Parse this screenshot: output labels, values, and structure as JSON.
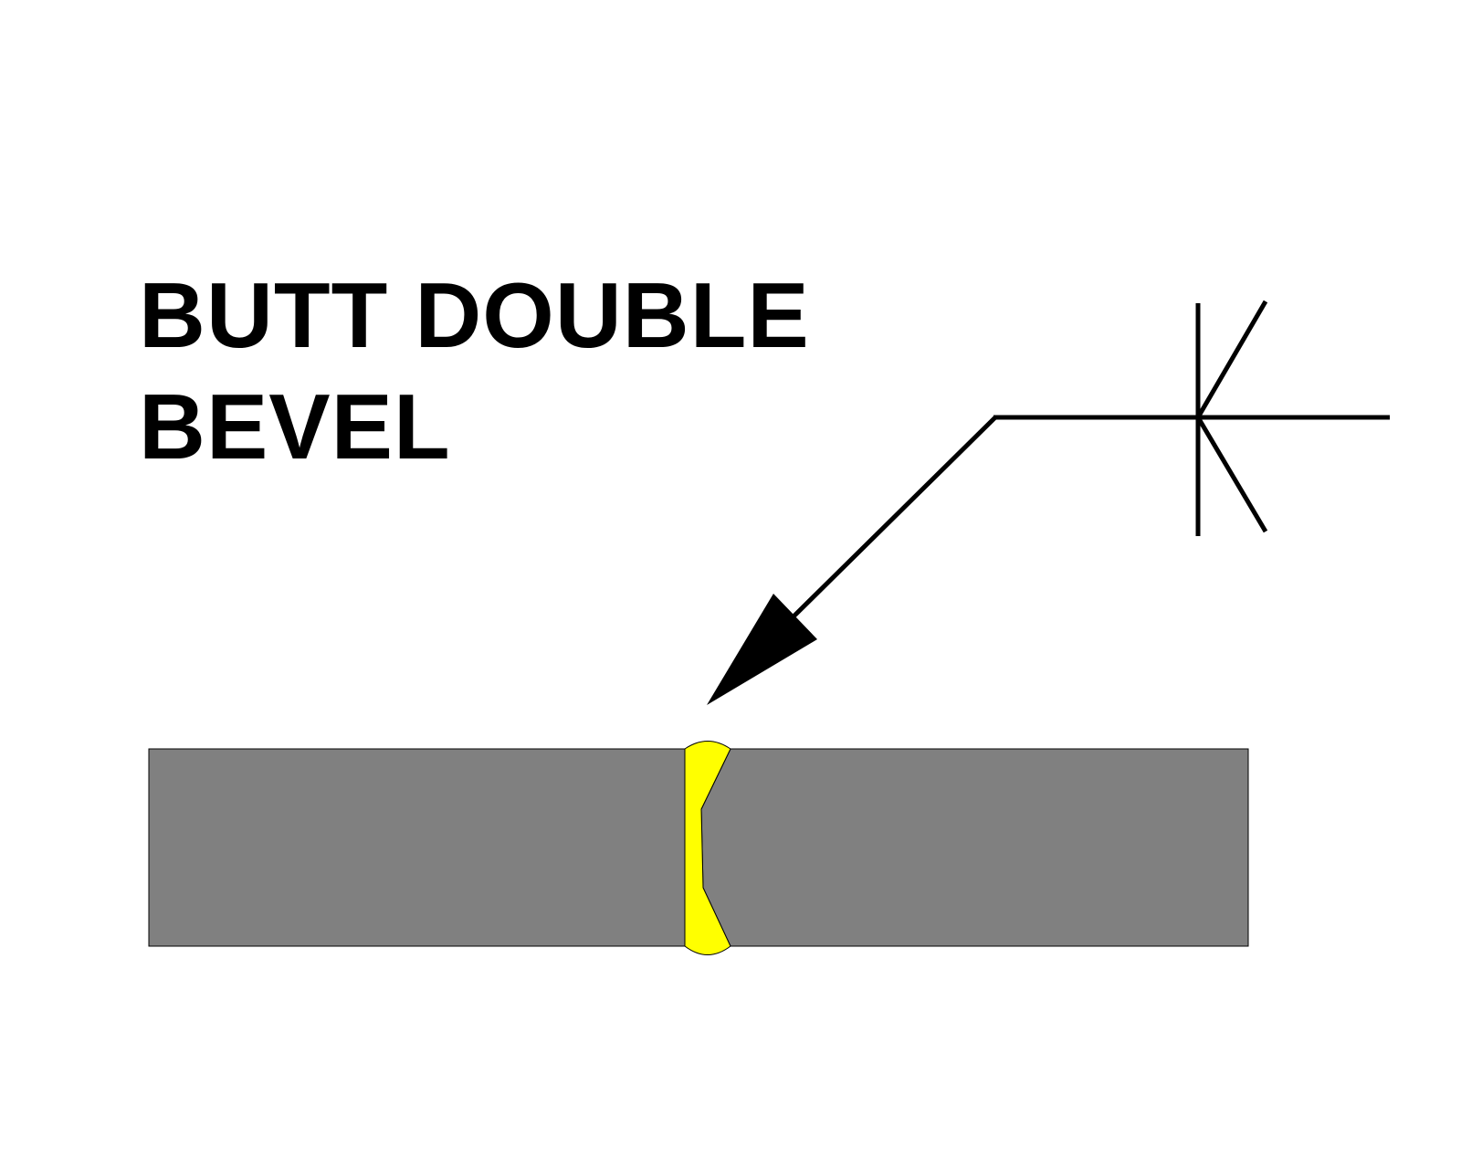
{
  "title": {
    "line1": "BUTT DOUBLE",
    "line2": "BEVEL"
  },
  "colors": {
    "background": "#ffffff",
    "plate": "#808080",
    "weld": "#ffff00",
    "line": "#000000"
  },
  "symbol": "double-bevel-groove-weld-both-sides"
}
